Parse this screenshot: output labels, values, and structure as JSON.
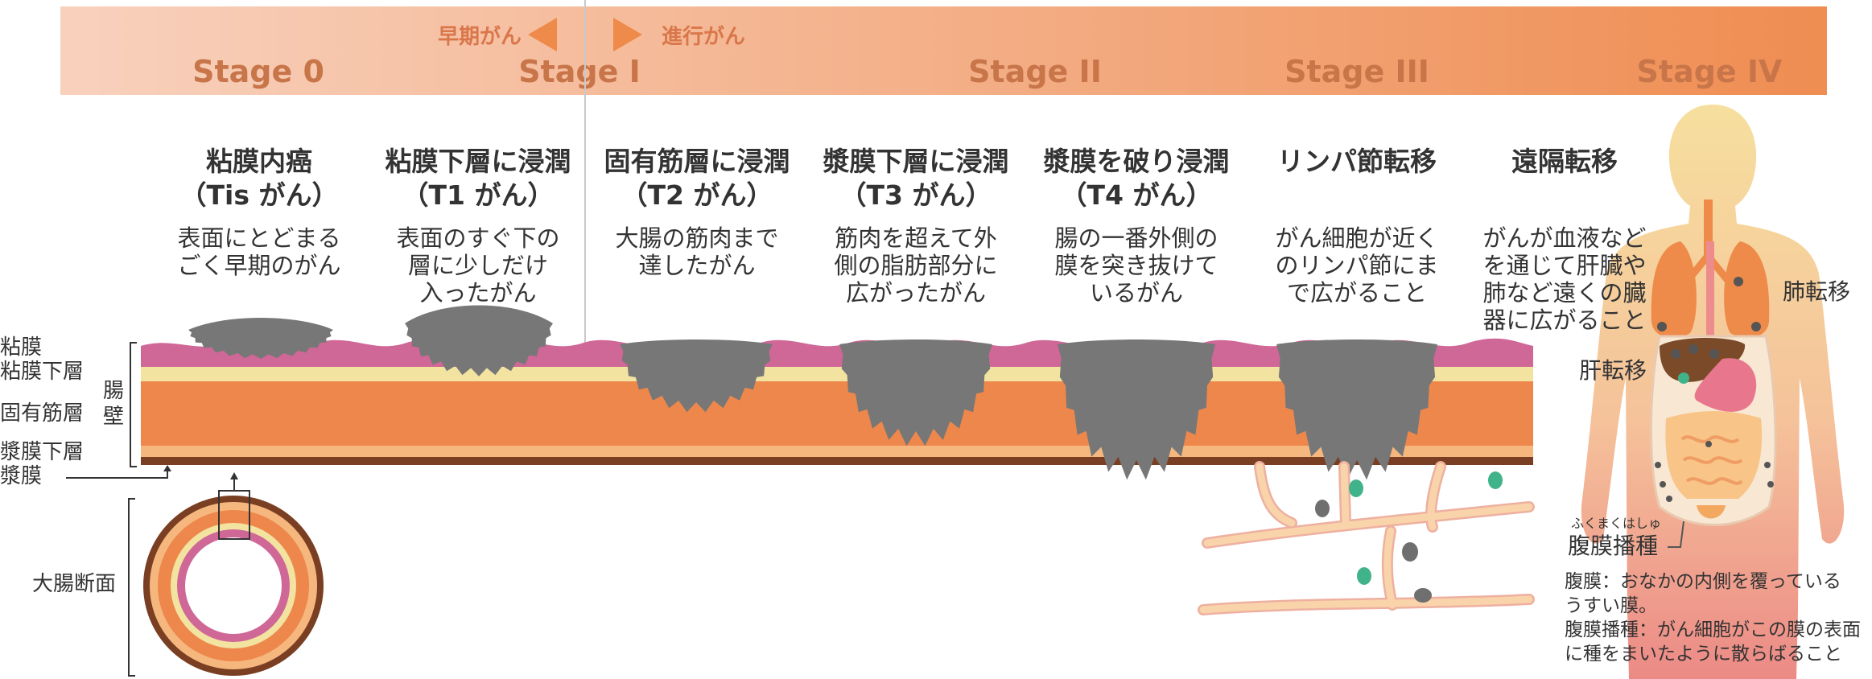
{
  "header": {
    "early_label": "早期がん",
    "advanced_label": "進行がん",
    "stages": [
      "Stage 0",
      "Stage I",
      "Stage II",
      "Stage III",
      "Stage IV"
    ]
  },
  "columns": [
    {
      "title": [
        "粘膜内癌",
        "（Tis がん）"
      ],
      "desc": [
        "表面にとどまる",
        "ごく早期のがん"
      ]
    },
    {
      "title": [
        "粘膜下層に浸潤",
        "（T1 がん）"
      ],
      "desc": [
        "表面のすぐ下の",
        "層に少しだけ",
        "入ったがん"
      ]
    },
    {
      "title": [
        "固有筋層に浸潤",
        "（T2 がん）"
      ],
      "desc": [
        "大腸の筋肉まで",
        "達したがん"
      ]
    },
    {
      "title": [
        "漿膜下層に浸潤",
        "（T3 がん）"
      ],
      "desc": [
        "筋肉を超えて外",
        "側の脂肪部分に",
        "広がったがん"
      ]
    },
    {
      "title": [
        "漿膜を破り浸潤",
        "（T4 がん）"
      ],
      "desc": [
        "腸の一番外側の",
        "膜を突き抜けて",
        "いるがん"
      ]
    },
    {
      "title": [
        "リンパ節転移"
      ],
      "desc": [
        "がん細胞が近く",
        "のリンパ節にま",
        "で広がること"
      ]
    },
    {
      "title": [
        "遠隔転移"
      ],
      "desc": [
        "がんが血液など",
        "を通じて肝臓や",
        "肺など遠くの臓",
        "器に広がること"
      ]
    }
  ],
  "layers": {
    "mucosa": "粘膜",
    "submucosa": "粘膜下層",
    "muscularis": "固有筋層",
    "subserosa": "漿膜下層",
    "serosa": "漿膜",
    "wall_label": [
      "腸",
      "壁"
    ],
    "cross_section": "大腸断面"
  },
  "metastasis": {
    "lung": "肺転移",
    "liver": "肝転移",
    "peritoneal_ruby": "ふくまくはしゅ",
    "peritoneal": "腹膜播種",
    "notes": [
      "腹膜：おなかの内側を覆っている",
      "うすい膜。",
      "腹膜播種：がん細胞がこの膜の表面",
      "に種をまいたように散らばること"
    ]
  },
  "colors": {
    "mucosa": "#cf6797",
    "submucosa": "#f2e3a1",
    "muscle": "#ee874b",
    "subserosa": "#f5b77e",
    "serosa": "#7a3f22",
    "tumor": "#777777",
    "lymph": "#f7c79a",
    "node_green": "#41b38a"
  }
}
